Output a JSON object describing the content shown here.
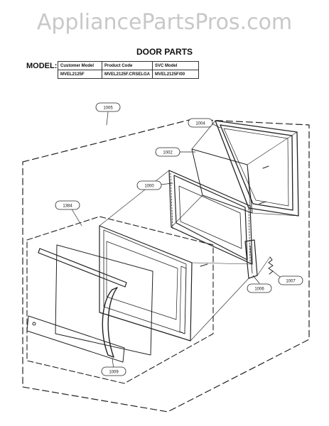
{
  "watermark": "AppliancePartsPros.com",
  "title": "DOOR PARTS",
  "model": {
    "label": "MODEL:",
    "headers": [
      "Customer Model",
      "Product Code",
      "SVC Model"
    ],
    "row": [
      "MVEL2125F",
      "MVEL2125F.CRSELGA",
      "MVEL2125F/00"
    ]
  },
  "callouts": [
    "1005",
    "1004",
    "1002",
    "1000",
    "1384",
    "1006",
    "1007",
    "1009"
  ]
}
